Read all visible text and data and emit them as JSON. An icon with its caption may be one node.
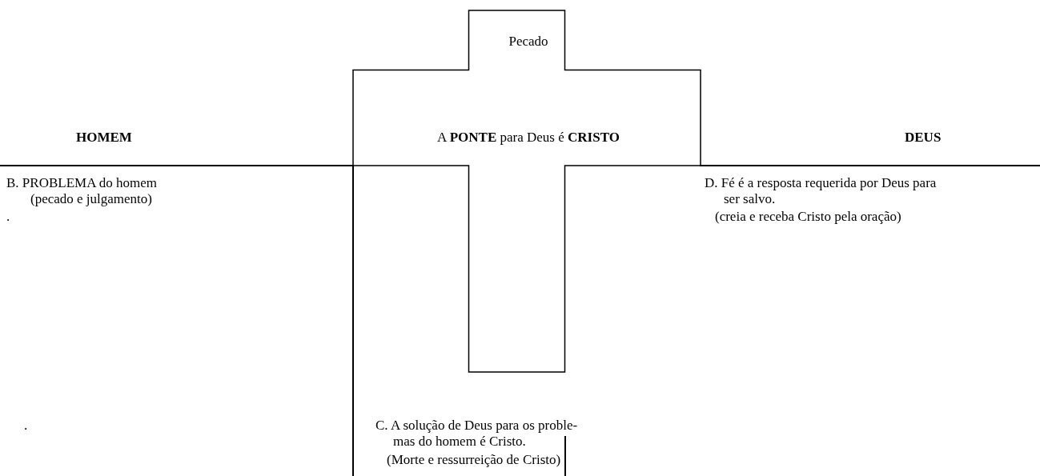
{
  "diagram": {
    "nodes": [
      {
        "text": [
          "Pecado",
          "A **PONTE** para Deus é **CRISTO**"
        ]
      }
    ],
    "labels": [
      "HOMEM",
      "DEUS",
      "B. PROBLEMA do homem",
      "D. Fé é a resposta requerida por Deus para ser salvo.",
      "(pecado e julgamento)",
      ".",
      "(creia e receba Cristo pela oração)",
      ".",
      "C. A solução de Deus para os proble- mas do homem é Cristo.",
      "(Morte e ressurreição de Cristo)"
    ]
  }
}
